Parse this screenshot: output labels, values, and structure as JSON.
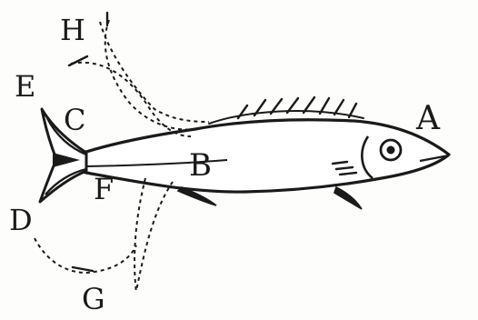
{
  "figure": {
    "labels": {
      "a": "A",
      "b": "B",
      "c": "C",
      "d": "D",
      "e": "E",
      "f": "F",
      "g": "G",
      "h": "H"
    },
    "ink_color": "#1a1a1a",
    "paper_color": "#fdfdfc"
  }
}
